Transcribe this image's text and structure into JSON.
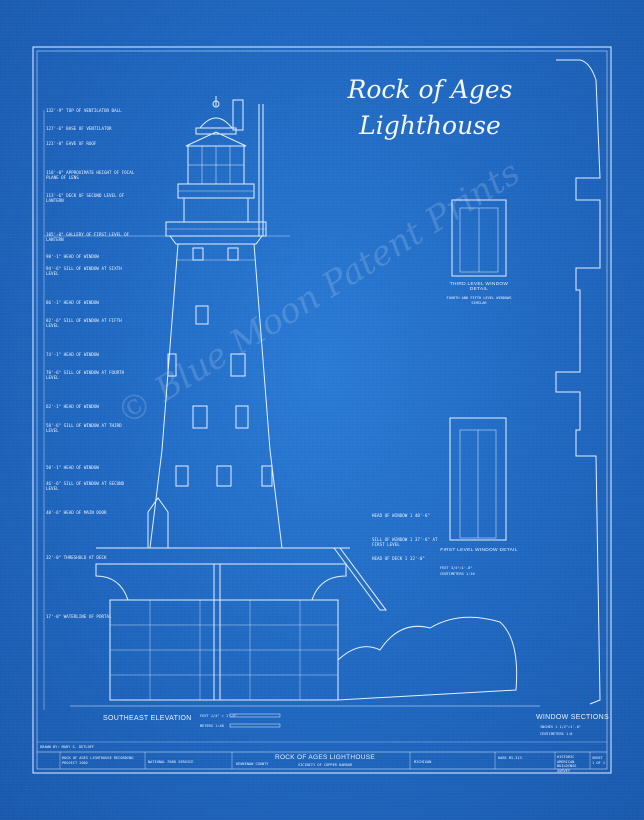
{
  "title": {
    "line1": "Rock of Ages",
    "line2": "Lighthouse"
  },
  "watermark": "© Blue Moon Patent Prints",
  "elevation_labels": [
    "132'-9\" TOP OF VENTILATOR BALL",
    "127'-6\" BASE OF VENTILATOR",
    "121'-0\" EAVE OF ROOF",
    "118'-0\" APPROXIMATE HEIGHT OF FOCAL PLANE OF LENS",
    "113'-6\" DECK OF SECOND LEVEL OF LANTERN",
    "105'-0\" GALLERY OF FIRST LEVEL OF LANTERN",
    "98'-1\" HEAD OF WINDOW",
    "94'-6\" SILL OF WINDOW AT SIXTH LEVEL",
    "86'-1\" HEAD OF WINDOW",
    "82'-6\" SILL OF WINDOW AT FIFTH LEVEL",
    "74'-1\" HEAD OF WINDOW",
    "70'-6\" SILL OF WINDOW AT FOURTH LEVEL",
    "62'-1\" HEAD OF WINDOW",
    "58'-6\" SILL OF WINDOW AT THIRD LEVEL",
    "50'-1\" HEAD OF WINDOW",
    "46'-6\" SILL OF WINDOW AT SECOND LEVEL",
    "40'-6\" HEAD OF MAIN DOOR",
    "32'-0\" THRESHOLD AT DECK",
    "17'-0\" WATERLINE OF PORTAL"
  ],
  "right_labels": [
    "HEAD OF WINDOW 1 40'-6\"",
    "SILL OF WINDOW 1 37'-6\" AT FIRST LEVEL",
    "HEAD OF DECK 1 32'-0\""
  ],
  "third_level": {
    "title": "THIRD LEVEL WINDOW DETAIL",
    "sub": "FOURTH AND FIFTH LEVEL WINDOWS SIMILAR"
  },
  "first_level": {
    "title": "FIRST LEVEL WINDOW DETAIL",
    "scale1": "FEET 3/4\"=1'-0\"",
    "scale2": "CENTIMETERS 1:16"
  },
  "elevation_title": "SOUTHEAST ELEVATION",
  "scale_feet": "FEET 1/4\" = 1'-0\"",
  "scale_meters": "METERS 1:48",
  "window_sections": {
    "title": "WINDOW SECTIONS",
    "scale1": "INCHES 1 1/2\"=1'-0\"",
    "scale2": "CENTIMETERS 1:8"
  },
  "title_block": {
    "drawn_by": "DRAWN BY: MARY S. DETLOFF",
    "project": "ROCK OF AGES LIGHTHOUSE RECORDING PROJECT 2002",
    "credits": "NATIONAL PARK SERVICE",
    "county": "KEWEENAW COUNTY",
    "name": "ROCK OF AGES LIGHTHOUSE",
    "location": "VICINITY OF COPPER HARBOR",
    "state": "MICHIGAN",
    "survey_no": "HABS MI-313",
    "agency": "HISTORIC AMERICAN BUILDINGS SURVEY",
    "sheet": "SHEET 1 OF 1"
  }
}
